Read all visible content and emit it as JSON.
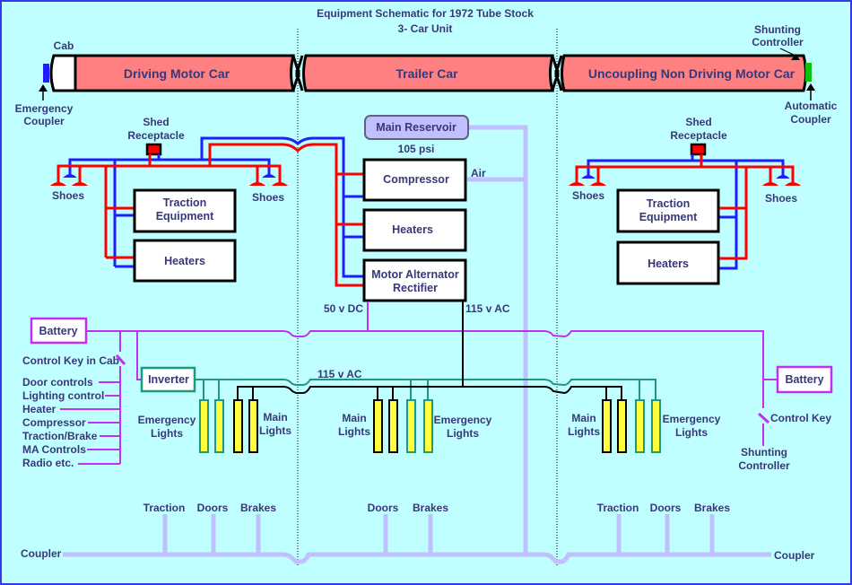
{
  "title": {
    "line1": "Equipment Schematic for 1972 Tube Stock",
    "line2": "3- Car Unit"
  },
  "colors": {
    "background": "#c0ffff",
    "border": "#3838e8",
    "text": "#383878",
    "car_body": "#ff8080",
    "positive_rail": "#ff0000",
    "negative_rail": "#1e1eff",
    "battery_circuit": "#c030f0",
    "emergency_circuit": "#209880",
    "main_lighting_circuit": "#000000",
    "air_pipe": "#c0c0ff",
    "lamp": "#ffff40",
    "emergency_coupler": "#1e1eff",
    "automatic_coupler": "#10c010"
  },
  "cars": [
    {
      "name": "Driving Motor Car"
    },
    {
      "name": "Trailer Car"
    },
    {
      "name": "Uncoupling Non Driving Motor Car"
    }
  ],
  "cab_label": "Cab",
  "emergency_coupler": {
    "line1": "Emergency",
    "line2": "Coupler"
  },
  "automatic_coupler": {
    "line1": "Automatic",
    "line2": "Coupler"
  },
  "shunting_controller_top": {
    "line1": "Shunting",
    "line2": "Controller"
  },
  "left_car": {
    "shed_receptacle": {
      "line1": "Shed",
      "line2": "Receptacle"
    },
    "shoes_left": "Shoes",
    "shoes_right": "Shoes",
    "traction": {
      "line1": "Traction",
      "line2": "Equipment"
    },
    "heaters": "Heaters"
  },
  "right_car": {
    "shed_receptacle": {
      "line1": "Shed",
      "line2": "Receptacle"
    },
    "shoes_left": "Shoes",
    "shoes_right": "Shoes",
    "traction": {
      "line1": "Traction",
      "line2": "Equipment"
    },
    "heaters": "Heaters"
  },
  "trailer": {
    "main_reservoir": "Main Reservoir",
    "pressure": "105 psi",
    "air_label": "Air",
    "compressor": "Compressor",
    "heaters": "Heaters",
    "mar": {
      "line1": "Motor Alternator",
      "line2": "Rectifier"
    },
    "dc_label": "50 v DC",
    "ac_label_top": "115 v AC",
    "ac_label_bus": "115 v AC"
  },
  "battery_left": "Battery",
  "battery_right": "Battery",
  "control_key_cab": "Control Key in Cab",
  "control_key_right": "Control Key",
  "shunting_controller_bottom": {
    "line1": "Shunting",
    "line2": "Controller"
  },
  "inverter": "Inverter",
  "control_items": [
    "Door controls",
    "Lighting control",
    "Heater",
    "Compressor",
    "Traction/Brake",
    "MA Controls",
    "Radio etc."
  ],
  "lights": {
    "emergency": {
      "line1": "Emergency",
      "line2": "Lights"
    },
    "main": {
      "line1": "Main",
      "line2": "Lights"
    }
  },
  "air_line": {
    "left_taps": [
      "Traction",
      "Doors",
      "Brakes"
    ],
    "mid_taps": [
      "Doors",
      "Brakes"
    ],
    "right_taps": [
      "Traction",
      "Doors",
      "Brakes"
    ],
    "coupler_left": "Coupler",
    "coupler_right": "Coupler"
  }
}
